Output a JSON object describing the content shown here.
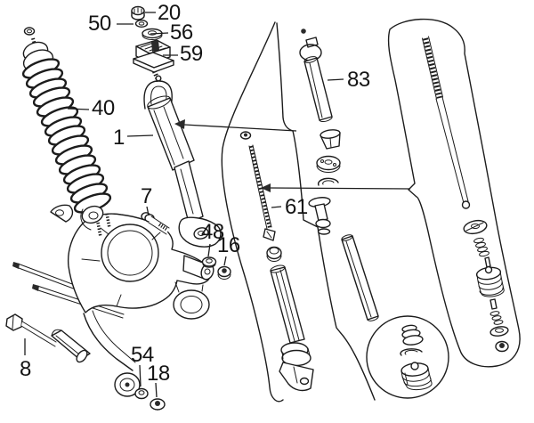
{
  "figure": {
    "type": "exploded-parts-diagram",
    "subject": "Scooter suspension exploded view: rear shock absorber with spring and engine casing (left), front damper tube and rod with internal components in outlined panels (right), magnified seal detail in circle",
    "background_color": "#ffffff",
    "line_color": "#1c1c1c"
  },
  "parts": [
    {
      "number": "20"
    },
    {
      "number": "50"
    },
    {
      "number": "56"
    },
    {
      "number": "59"
    },
    {
      "number": "40"
    },
    {
      "number": "1"
    },
    {
      "number": "7"
    },
    {
      "number": "48"
    },
    {
      "number": "16"
    },
    {
      "number": "8"
    },
    {
      "number": "54"
    },
    {
      "number": "18"
    },
    {
      "number": "83"
    },
    {
      "number": "61"
    }
  ]
}
